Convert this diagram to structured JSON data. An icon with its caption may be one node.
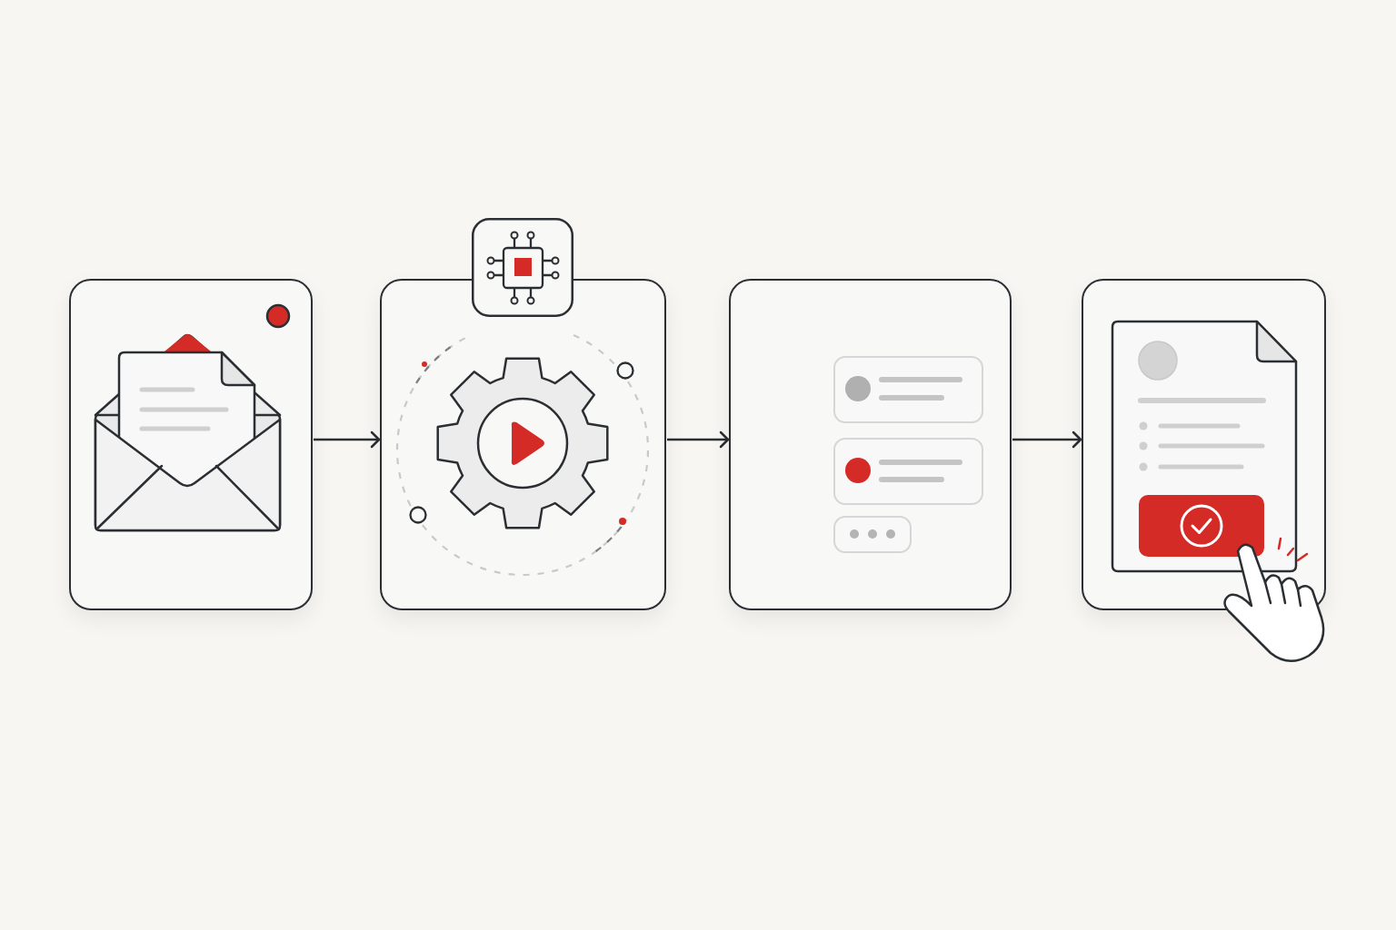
{
  "diagram": {
    "nodes": [
      {
        "text": [],
        "shape": "box"
      },
      {
        "text": [],
        "shape": "box"
      },
      {
        "text": [],
        "shape": "box"
      },
      {
        "text": [],
        "shape": "box"
      }
    ],
    "edges": [
      {
        "from": 0,
        "to": 1,
        "arrow": "to"
      },
      {
        "from": 1,
        "to": 2,
        "arrow": "to"
      },
      {
        "from": 2,
        "to": 3,
        "arrow": "to"
      }
    ]
  }
}
